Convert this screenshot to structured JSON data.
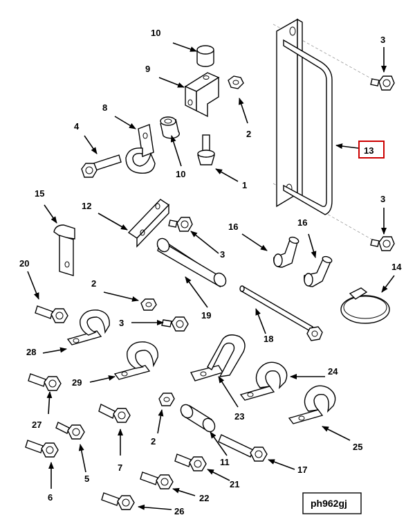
{
  "figure_id": "ph962gj",
  "highlight_color": "#cc0000",
  "highlighted_callout": "13",
  "callouts": [
    {
      "id": "c10a",
      "label": "10"
    },
    {
      "id": "c9",
      "label": "9"
    },
    {
      "id": "c8",
      "label": "8"
    },
    {
      "id": "c4",
      "label": "4"
    },
    {
      "id": "c2a",
      "label": "2"
    },
    {
      "id": "c10b",
      "label": "10"
    },
    {
      "id": "c1",
      "label": "1"
    },
    {
      "id": "c3a",
      "label": "3"
    },
    {
      "id": "c13",
      "label": "13"
    },
    {
      "id": "c3b",
      "label": "3"
    },
    {
      "id": "c15",
      "label": "15"
    },
    {
      "id": "c12",
      "label": "12"
    },
    {
      "id": "c3c",
      "label": "3"
    },
    {
      "id": "c16a",
      "label": "16"
    },
    {
      "id": "c16b",
      "label": "16"
    },
    {
      "id": "c14",
      "label": "14"
    },
    {
      "id": "c20",
      "label": "20"
    },
    {
      "id": "c2b",
      "label": "2"
    },
    {
      "id": "c19",
      "label": "19"
    },
    {
      "id": "c3d",
      "label": "3"
    },
    {
      "id": "c18",
      "label": "18"
    },
    {
      "id": "c28",
      "label": "28"
    },
    {
      "id": "c24",
      "label": "24"
    },
    {
      "id": "c29",
      "label": "29"
    },
    {
      "id": "c23",
      "label": "23"
    },
    {
      "id": "c27",
      "label": "27"
    },
    {
      "id": "c25",
      "label": "25"
    },
    {
      "id": "c2c",
      "label": "2"
    },
    {
      "id": "c7",
      "label": "7"
    },
    {
      "id": "c11",
      "label": "11"
    },
    {
      "id": "c5",
      "label": "5"
    },
    {
      "id": "c17",
      "label": "17"
    },
    {
      "id": "c21",
      "label": "21"
    },
    {
      "id": "c6",
      "label": "6"
    },
    {
      "id": "c22",
      "label": "22"
    },
    {
      "id": "c26",
      "label": "26"
    }
  ]
}
